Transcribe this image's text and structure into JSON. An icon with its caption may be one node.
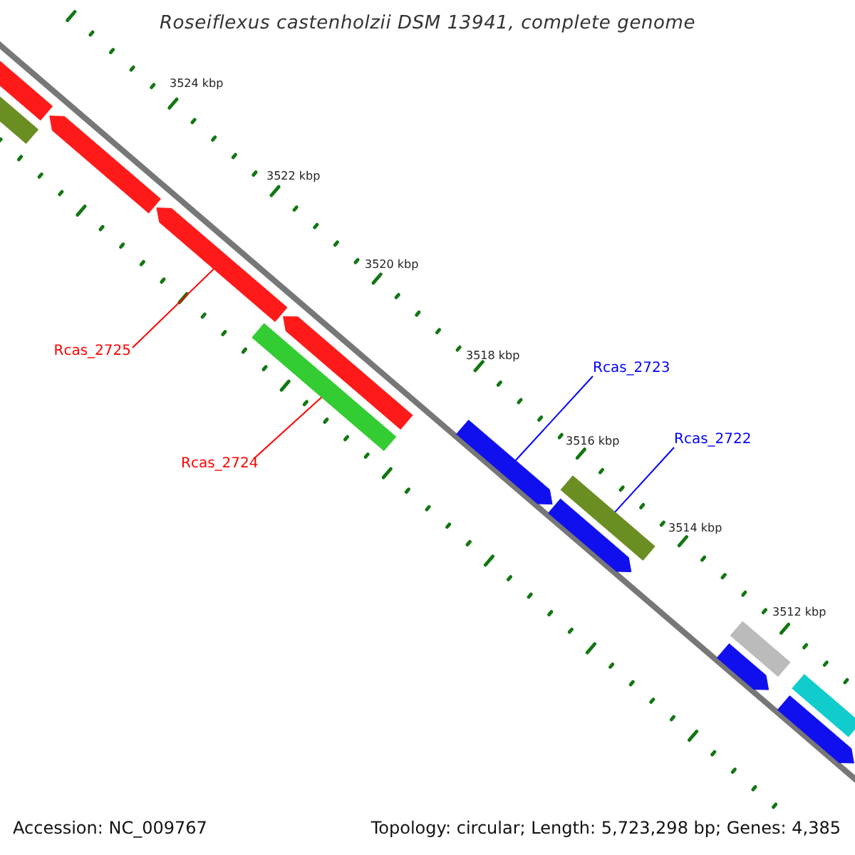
{
  "diagram": {
    "title": "Roseiflexus castenholzii DSM 13941, complete genome",
    "nodes": [
      {
        "text": [
          "Rcas_2725"
        ]
      },
      {
        "text": [
          "Rcas_2723"
        ]
      },
      {
        "text": [
          "Rcas_2722"
        ]
      },
      {
        "text": [
          "Rcas_2724"
        ]
      },
      {
        "text": [],
        "shape": "arrow"
      },
      {
        "text": [],
        "shape": "bar"
      },
      {
        "text": [],
        "shape": "arrow"
      },
      {
        "text": [],
        "shape": "arrow"
      },
      {
        "text": [],
        "shape": "bar"
      },
      {
        "text": [],
        "shape": "arrow"
      },
      {
        "text": [],
        "shape": "arrow"
      },
      {
        "text": [],
        "shape": "bar"
      },
      {
        "text": [],
        "shape": "arrow"
      },
      {
        "text": [],
        "shape": "bar"
      },
      {
        "text": [],
        "shape": "arrow"
      },
      {
        "text": [],
        "shape": "bar"
      },
      {
        "text": [],
        "shape": "arrow"
      }
    ],
    "edges": [
      {
        "from": 0,
        "to": 7,
        "arrow": "none",
        "color": "#ff0000"
      },
      {
        "from": 1,
        "to": 10,
        "arrow": "none",
        "color": "#0000ff"
      },
      {
        "from": 2,
        "to": 11,
        "arrow": "none",
        "color": "#0000ff"
      },
      {
        "from": 3,
        "to": 8,
        "arrow": "none",
        "color": "#ff0000"
      }
    ],
    "labels": [
      "3524 kbp",
      "3522 kbp",
      "3520 kbp",
      "3518 kbp",
      "3516 kbp",
      "3514 kbp",
      "3512 kbp",
      "Accession: NC_009767",
      "Topology: circular; Length: 5,723,298 bp; Genes: 4,385"
    ]
  }
}
